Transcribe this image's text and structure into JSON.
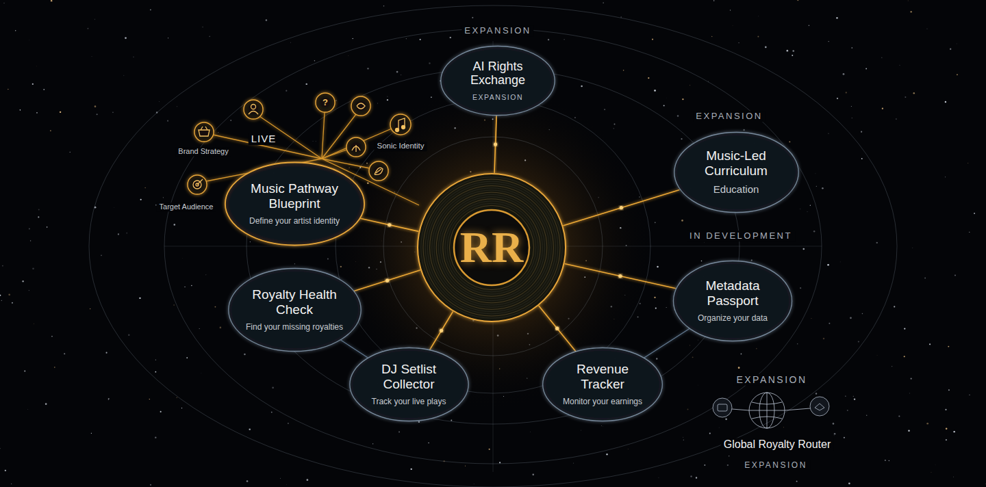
{
  "diagram": {
    "nodes": [
      {
        "text": [
          "AI Rights Exchange",
          "EXPANSION"
        ]
      },
      {
        "text": [
          "Music Pathway Blueprint",
          "Define your artist identity"
        ]
      },
      {
        "text": [
          "RR"
        ]
      },
      {
        "text": [
          "Music-Led Curriculum",
          "Education"
        ]
      },
      {
        "text": [
          "Royalty Health Check",
          "Find your missing royalties"
        ]
      },
      {
        "text": [
          "Metadata Passport",
          "Organize your data"
        ]
      },
      {
        "text": [
          "DJ Setlist Collector",
          "Track your live plays"
        ]
      },
      {
        "text": [
          "Revenue Tracker",
          "Monitor your earnings"
        ]
      }
    ],
    "edges": [
      {
        "from": 2,
        "to": 0,
        "arrow": "none"
      },
      {
        "from": 2,
        "to": 1,
        "arrow": "none"
      },
      {
        "from": 2,
        "to": 3,
        "arrow": "none"
      },
      {
        "from": 2,
        "to": 4,
        "arrow": "none"
      },
      {
        "from": 2,
        "to": 5,
        "arrow": "none"
      },
      {
        "from": 2,
        "to": 6,
        "arrow": "none"
      },
      {
        "from": 2,
        "to": 7,
        "arrow": "none"
      },
      {
        "from": 4,
        "to": 6,
        "arrow": "none"
      },
      {
        "from": 6,
        "to": 7,
        "arrow": "none"
      },
      {
        "from": 7,
        "to": 5,
        "arrow": "none"
      }
    ],
    "labels": [
      "EXPANSION",
      "?",
      "EXPANSION",
      "LIVE",
      "Sonic Identity",
      "Brand Strategy",
      "Target Audience",
      "IN DEVELOPMENT",
      "EXPANSION",
      "Global Royalty Router",
      "EXPANSION"
    ]
  }
}
